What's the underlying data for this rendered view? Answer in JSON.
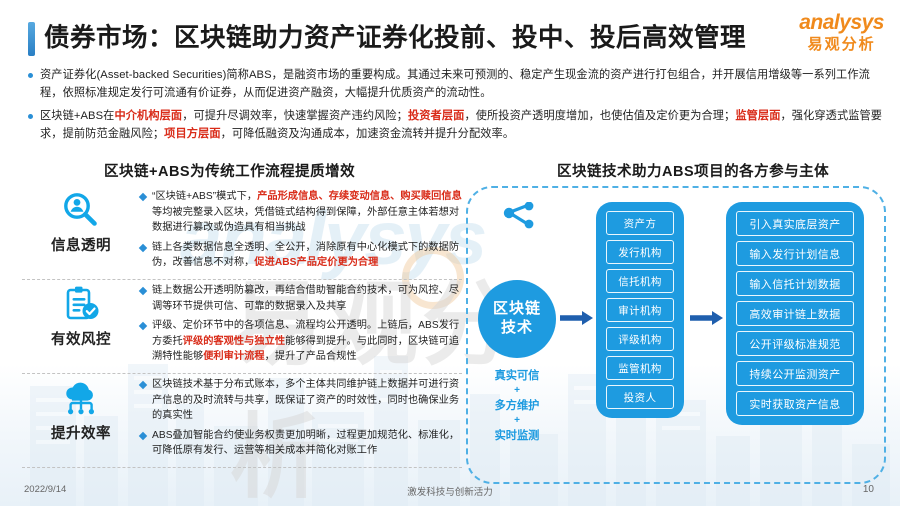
{
  "header": {
    "title": "债券市场：区块链助力资产证券化投前、投中、投后高效管理",
    "brand_mark": "analysys",
    "brand_cn": "易观分析",
    "accent_color": "#2a7fc4",
    "brand_color": "#f08a1c"
  },
  "intro": {
    "bullets": [
      {
        "id": "bullet-abs-definition",
        "segments": [
          {
            "text": "资产证券化(Asset-backed Securities)简称ABS，是融资市场的重要构成。其通过未来可预测的、稳定产生现金流的资产进行打包组合，并开展信用增级等一系列工作流程，依照标准规定发行可流通有价证券，从而促进资产融资，大幅提升优质资产的流动性。",
            "highlight": false
          }
        ]
      },
      {
        "id": "bullet-blockchain-abs-value",
        "segments": [
          {
            "text": "区块链+ABS在",
            "highlight": false
          },
          {
            "text": "中介机构层面",
            "highlight": true
          },
          {
            "text": "，可提升尽调效率，快速掌握资产违约风险；",
            "highlight": false
          },
          {
            "text": "投资者层面",
            "highlight": true
          },
          {
            "text": "，使所投资产透明度增加，也使估值及定价更为合理；",
            "highlight": false
          },
          {
            "text": "监管层面",
            "highlight": true
          },
          {
            "text": "，强化穿透式监管要求，提前防范金融风险；",
            "highlight": false
          },
          {
            "text": "项目方层面",
            "highlight": true
          },
          {
            "text": "，可降低融资及沟通成本，加速资金流转并提升分配效率。",
            "highlight": false
          }
        ]
      }
    ]
  },
  "left_column": {
    "heading": "区块链+ABS为传统工作流程提质增效",
    "features": [
      {
        "icon": "user-search-icon",
        "label": "信息透明",
        "points": [
          {
            "segments": [
              {
                "text": "“区块链+ABS”模式下，",
                "highlight": false
              },
              {
                "text": "产品形成信息、存续变动信息、购买赎回信息",
                "highlight": true
              },
              {
                "text": "等均被完整录入区块，凭借链式结构得到保障，外部任意主体若想对数据进行篡改或伪造具有相当挑战",
                "highlight": false
              }
            ]
          },
          {
            "segments": [
              {
                "text": "链上各类数据信息全透明、全公开，消除原有中心化模式下的数据防伪，改善信息不对称，",
                "highlight": false
              },
              {
                "text": "促进ABS产品定价更为合理",
                "highlight": true
              }
            ]
          }
        ]
      },
      {
        "icon": "clipboard-check-icon",
        "label": "有效风控",
        "points": [
          {
            "segments": [
              {
                "text": "链上数据公开透明防篡改，再结合借助智能合约技术，可为风控、尽调等环节提供可信、可靠的数据录入及共享",
                "highlight": false
              }
            ]
          },
          {
            "segments": [
              {
                "text": "评级、定价环节中的各项信息、流程均公开透明。上链后，ABS发行方委托",
                "highlight": false
              },
              {
                "text": "评级的客观性与独立性",
                "highlight": true
              },
              {
                "text": "能够得到提升。与此同时，区块链可追溯特性能够",
                "highlight": false
              },
              {
                "text": "便利审计流程",
                "highlight": true
              },
              {
                "text": "，提升了产品合规性",
                "highlight": false
              }
            ]
          }
        ]
      },
      {
        "icon": "cloud-network-icon",
        "label": "提升效率",
        "points": [
          {
            "segments": [
              {
                "text": "区块链技术基于分布式账本，多个主体共同维护链上数据并可进行资产信息的及时流转与共享，既保证了资产的时效性，同时也确保业务的真实性",
                "highlight": false
              }
            ]
          },
          {
            "segments": [
              {
                "text": "ABS叠加智能合约使业务权责更加明晰，过程更加规范化、标准化，可降低原有发行、运营等相关成本并简化对账工作",
                "highlight": false
              }
            ]
          }
        ]
      }
    ]
  },
  "right_column": {
    "heading": "区块链技术助力ABS项目的各方参与主体",
    "hub": {
      "line1": "区块链",
      "line2": "技术",
      "color": "#1e9be0"
    },
    "hub_notes": [
      "真实可信",
      "+",
      "多方维护",
      "+",
      "实时监测"
    ],
    "participants": [
      "资产方",
      "发行机构",
      "信托机构",
      "审计机构",
      "评级机构",
      "监管机构",
      "投资人"
    ],
    "actions": [
      "引入真实底层资产",
      "输入发行计划信息",
      "输入信托计划数据",
      "高效审计链上数据",
      "公开评级标准规范",
      "持续公开监测资产",
      "实时获取资产信息"
    ]
  },
  "watermark": {
    "en": "analysys",
    "cn": "易观分析"
  },
  "footer": {
    "date": "2022/9/14",
    "center": "激发科技与创新活力",
    "page": "10"
  }
}
